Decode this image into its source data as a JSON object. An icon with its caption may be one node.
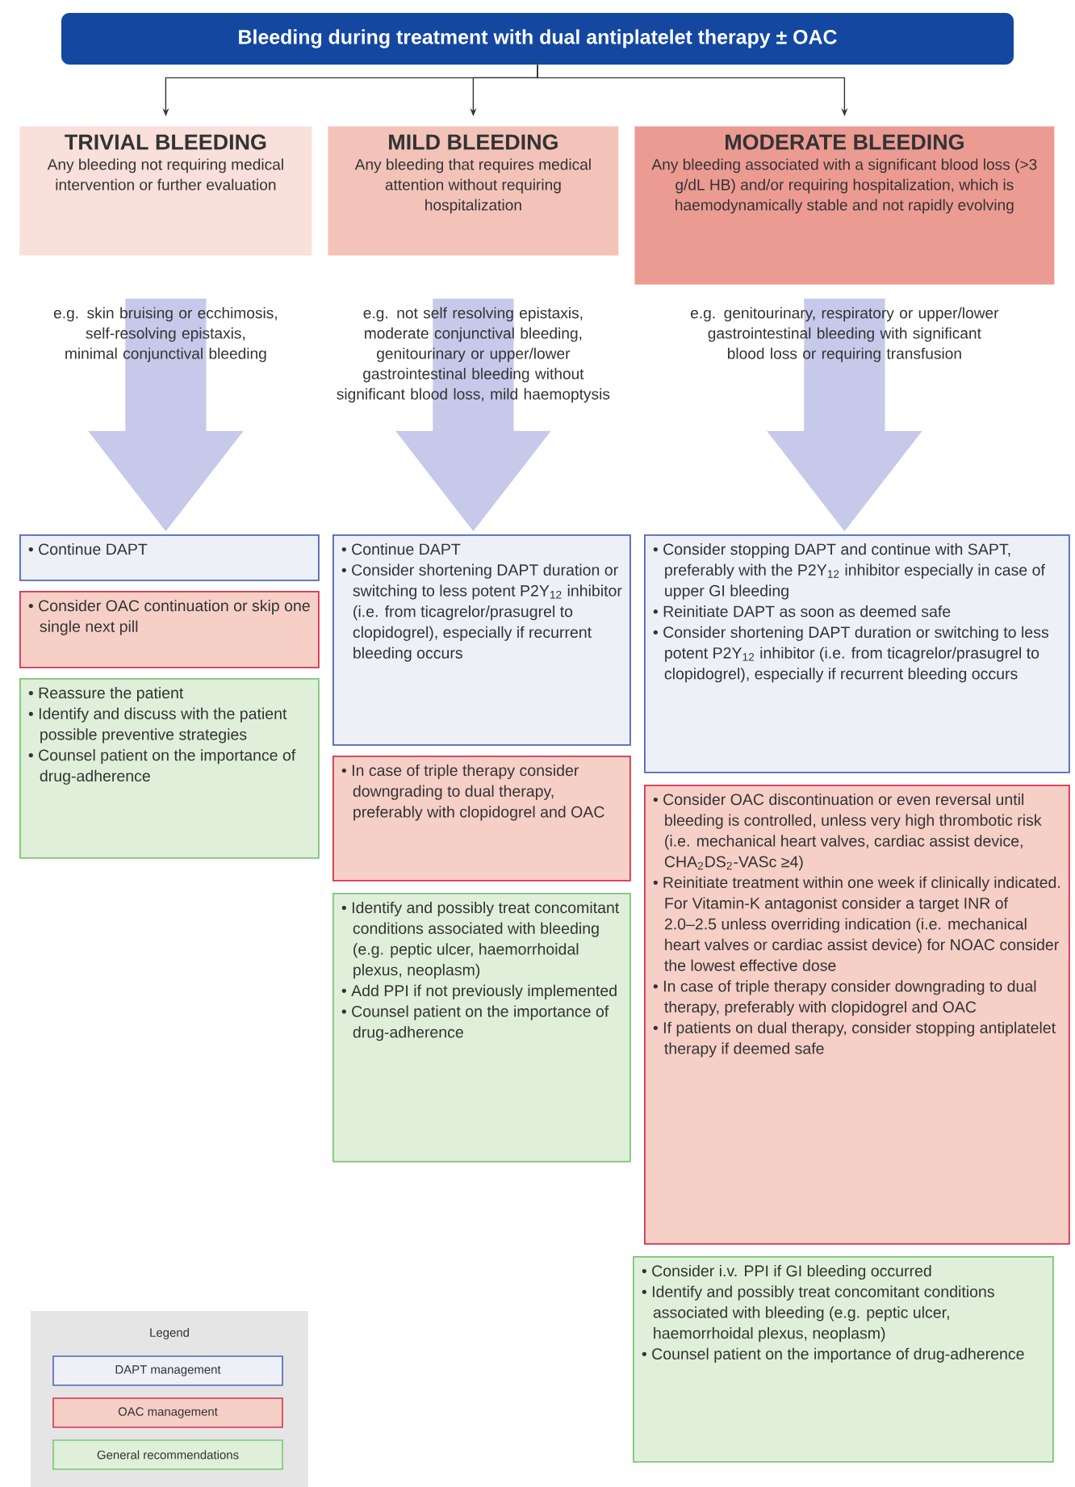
{
  "diagram": {
    "nodes": [
      {
        "text": [
          "Bleeding during treatment with dual antiplatelet therapy ± OAC"
        ]
      },
      {
        "text": [
          "TRIVIAL BLEEDING",
          "Any bleeding not requiring medical intervention or further evaluation"
        ]
      },
      {
        "text": [
          "MILD BLEEDING",
          "Any bleeding that requires medical attention without requiring hospitalization"
        ]
      },
      {
        "text": [
          "MODERATE BLEEDING",
          "Any bleeding associated with a significant blood loss (>3 g/dL HB) and/or requiring hospitalization, which is haemodynamically stable and not rapidly evolving"
        ]
      },
      {
        "text": [
          "• Continue DAPT"
        ]
      },
      {
        "text": [
          "• Consider OAC continuation or skip one single next pill"
        ]
      },
      {
        "text": [
          "• Reassure the patient",
          "• Identify and discuss with the patient possible preventive strategies",
          "• Counsel patient on the importance of drug-adherence"
        ]
      },
      {
        "text": [
          "• Continue DAPT",
          "• Consider shortening DAPT duration or switching to less potent P2Y$_{12}$ inhibitor (i.e. from ticagrelor/prasugrel to clopidogrel), especially if recurrent bleeding occurs"
        ]
      },
      {
        "text": [
          "• In case of triple therapy consider downgrading to dual therapy, preferably with clopidogrel and OAC"
        ]
      },
      {
        "text": [
          "• Identify and possibly treat concomitant conditions associated with bleeding (e.g. peptic ulcer, haemorrhoidal plexus, neoplasm)",
          "• Add PPI if not previously implemented",
          "• Counsel patient on the importance of drug-adherence"
        ]
      },
      {
        "text": [
          "• Consider stopping DAPT and continue with SAPT, preferably with the P2Y$_{12}$ inhibitor especially in case of upper GI bleeding",
          "• Reinitiate DAPT as soon as deemed safe",
          "• Consider shortening DAPT duration or switching to less potent P2Y$_{12}$ inhibitor (i.e. from ticagrelor/prasugrel to clopidogrel), especially if recurrent bleeding occurs"
        ]
      },
      {
        "text": [
          "• Consider OAC discontinuation or even reversal until bleeding is controlled, unless very high thrombotic risk (i.e. mechanical heart valves, cardiac assist device, CHA$_{2}$DS$_{2}$-VASc ≥4)",
          "• Reinitiate treatment within one week if clinically indicated. For Vitamin-K antagonist consider a target INR of 2.0–2.5 unless overriding indication (i.e. mechanical heart valves or cardiac assist device) for NOAC consider the lowest effective dose",
          "• In case of triple therapy consider downgrading to dual therapy, preferably with clopidogrel and OAC",
          "• If patients on dual therapy, consider stopping antiplatelet therapy if deemed safe"
        ]
      },
      {
        "text": [
          "• Consider i.v. PPI if GI bleeding occurred",
          "• Identify and possibly treat concomitant conditions associated with bleeding (e.g. peptic ulcer, haemorrhoidal plexus, neoplasm)",
          "• Counsel patient on the importance of drug-adherence"
        ]
      }
    ],
    "edges": [
      {
        "from": 0,
        "to": 1,
        "arrow": "to"
      },
      {
        "from": 0,
        "to": 2,
        "arrow": "to"
      },
      {
        "from": 0,
        "to": 3,
        "arrow": "to"
      },
      {
        "from": 1,
        "to": 4,
        "arrow": "to",
        "label": "e.g. skin bruising or ecchimosis, self-resolving epistaxis, minimal conjunctival bleeding",
        "style": "thick",
        "color": "#c6c9ea"
      },
      {
        "from": 2,
        "to": 7,
        "arrow": "to",
        "label": "e.g. not self resolving epistaxis, moderate conjunctival bleeding, genitourinary or upper/lower gastrointestinal bleeding without significant blood loss, mild haemoptysis",
        "style": "thick",
        "color": "#c6c9ea"
      },
      {
        "from": 3,
        "to": 10,
        "arrow": "to",
        "label": "e.g. genitourinary, respiratory or upper/lower gastrointestinal bleeding with significant blood loss or requiring transfusion",
        "style": "thick",
        "color": "#c6c9ea"
      }
    ],
    "labels": [
      "Legend"
    ],
    "legend": [
      {
        "text": "DAPT management",
        "color": "#eef0f8"
      },
      {
        "text": "OAC management",
        "color": "#f6cfc7"
      },
      {
        "text": "General recommendations",
        "color": "#e0efd9"
      }
    ]
  }
}
